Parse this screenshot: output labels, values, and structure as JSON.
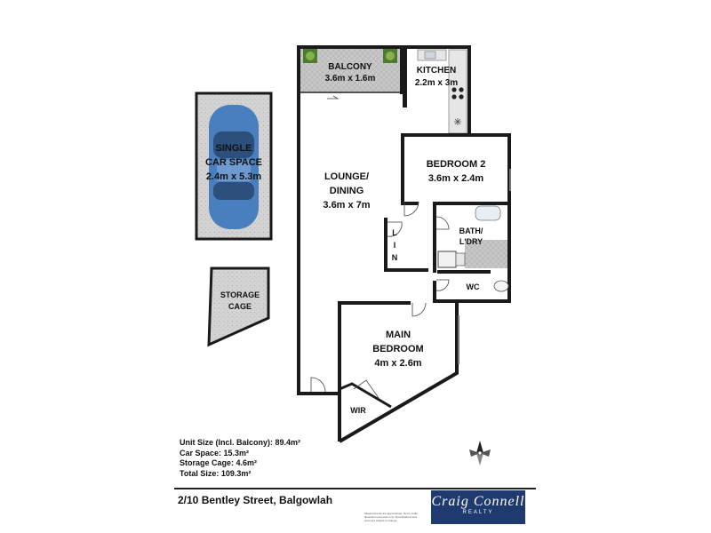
{
  "rooms": {
    "balcony": {
      "name": "BALCONY",
      "dims": "3.6m x 1.6m"
    },
    "kitchen": {
      "name": "KITCHEN",
      "dims": "2.2m x 3m"
    },
    "lounge": {
      "name1": "LOUNGE/",
      "name2": "DINING",
      "dims": "3.6m x 7m"
    },
    "bedroom2": {
      "name": "BEDROOM 2",
      "dims": "3.6m x 2.4m"
    },
    "car": {
      "name1": "SINGLE",
      "name2": "CAR SPACE",
      "dims": "2.4m x 5.3m"
    },
    "storage": {
      "name1": "STORAGE",
      "name2": "CAGE"
    },
    "lin": {
      "l1": "L",
      "l2": "I",
      "l3": "N"
    },
    "bath": {
      "name1": "BATH/",
      "name2": "L'DRY"
    },
    "wc": {
      "name": "WC"
    },
    "main": {
      "name1": "MAIN",
      "name2": "BEDROOM",
      "dims": "4m x 2.6m"
    },
    "wir": {
      "name": "WIR"
    }
  },
  "stats": {
    "unit": "Unit Size (Incl. Balcony): 89.4m²",
    "car": "Car Space: 15.3m²",
    "storage": "Storage Cage: 4.6m²",
    "total": "Total Size: 109.3m²"
  },
  "address": "2/10 Bentley Street, Balgowlah",
  "logo": {
    "name": "Craig Connell",
    "sub": "REALTY"
  },
  "disclaimer": "Measurements are approximate. Not to scale. Illustrative purposes only. Specifications and sizes are subject to change.",
  "colors": {
    "wall": "#1a1a1a",
    "balcony": "#a8a8a8",
    "car": "#4a7fbf"
  }
}
